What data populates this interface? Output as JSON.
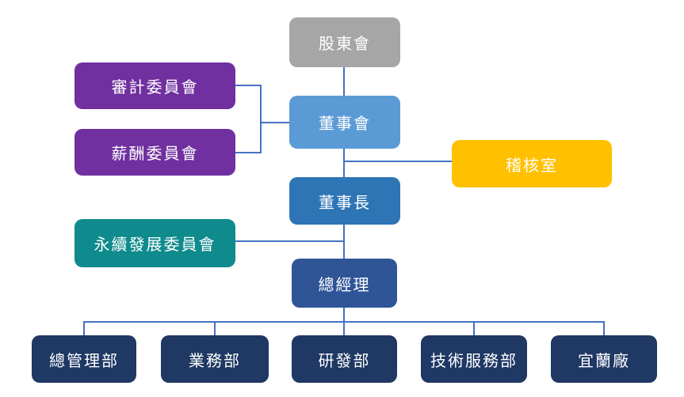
{
  "diagram": {
    "type": "org-chart",
    "background_color": "#FFFFFF",
    "connector_color": "#4472C4",
    "nodes": [
      {
        "id": "shareholders",
        "label": "股東會",
        "fill": "#A6A6A6",
        "text_color": "#FFFFFF"
      },
      {
        "id": "audit-committee",
        "label": "審計委員會",
        "fill": "#7030A0",
        "text_color": "#FFFFFF"
      },
      {
        "id": "compensation-committee",
        "label": "薪酬委員會",
        "fill": "#7030A0",
        "text_color": "#FFFFFF"
      },
      {
        "id": "board-of-directors",
        "label": "董事會",
        "fill": "#5B9BD5",
        "text_color": "#FFFFFF"
      },
      {
        "id": "audit-office",
        "label": "稽核室",
        "fill": "#FFC000",
        "text_color": "#FFFFFF"
      },
      {
        "id": "chairman",
        "label": "董事長",
        "fill": "#2E75B6",
        "text_color": "#FFFFFF"
      },
      {
        "id": "sustainability-committee",
        "label": "永續發展委員會",
        "fill": "#0F8B8D",
        "text_color": "#FFFFFF"
      },
      {
        "id": "general-manager",
        "label": "總經理",
        "fill": "#2F5597",
        "text_color": "#FFFFFF"
      },
      {
        "id": "general-administration-dept",
        "label": "總管理部",
        "fill": "#1F3864",
        "text_color": "#FFFFFF"
      },
      {
        "id": "sales-dept",
        "label": "業務部",
        "fill": "#1F3864",
        "text_color": "#FFFFFF"
      },
      {
        "id": "rd-dept",
        "label": "研發部",
        "fill": "#1F3864",
        "text_color": "#FFFFFF"
      },
      {
        "id": "technical-service-dept",
        "label": "技術服務部",
        "fill": "#1F3864",
        "text_color": "#FFFFFF"
      },
      {
        "id": "yilan-plant",
        "label": "宜蘭廠",
        "fill": "#1F3864",
        "text_color": "#FFFFFF"
      }
    ],
    "edges": [
      {
        "from": "shareholders",
        "to": "board-of-directors"
      },
      {
        "from": "audit-committee",
        "to": "board-of-directors"
      },
      {
        "from": "compensation-committee",
        "to": "board-of-directors"
      },
      {
        "from": "board-of-directors",
        "to": "chairman"
      },
      {
        "from": "board-of-directors",
        "to": "audit-office"
      },
      {
        "from": "chairman",
        "to": "general-manager"
      },
      {
        "from": "chairman",
        "to": "sustainability-committee"
      },
      {
        "from": "general-manager",
        "to": "general-administration-dept"
      },
      {
        "from": "general-manager",
        "to": "sales-dept"
      },
      {
        "from": "general-manager",
        "to": "rd-dept"
      },
      {
        "from": "general-manager",
        "to": "technical-service-dept"
      },
      {
        "from": "general-manager",
        "to": "yilan-plant"
      }
    ]
  }
}
